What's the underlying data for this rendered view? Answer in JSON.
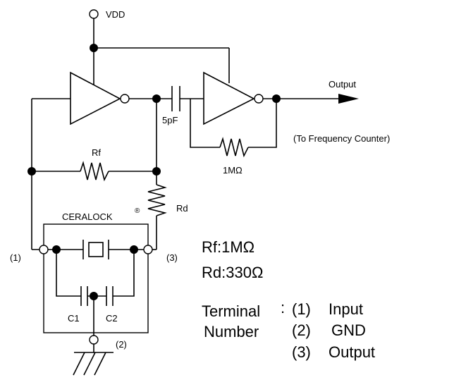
{
  "labels": {
    "vdd": "VDD",
    "output": "Output",
    "cap_5pf": "5pF",
    "to_counter": "(To Frequency Counter)",
    "rf": "Rf",
    "feedback_res": "1MΩ",
    "rd": "Rd",
    "ceralock": "CERALOCK",
    "registered_mark": "®",
    "c1": "C1",
    "c2": "C2",
    "term1": "(1)",
    "term2": "(2)",
    "term3": "(3)"
  },
  "specs": {
    "rf_value": "Rf:1MΩ",
    "rd_value": "Rd:330Ω"
  },
  "terminals": {
    "title_line1": "Terminal",
    "title_line2": "Number",
    "colon": ":",
    "items": [
      {
        "num": "(1)",
        "name": "Input"
      },
      {
        "num": "(2)",
        "name": "GND"
      },
      {
        "num": "(3)",
        "name": "Output"
      }
    ]
  }
}
